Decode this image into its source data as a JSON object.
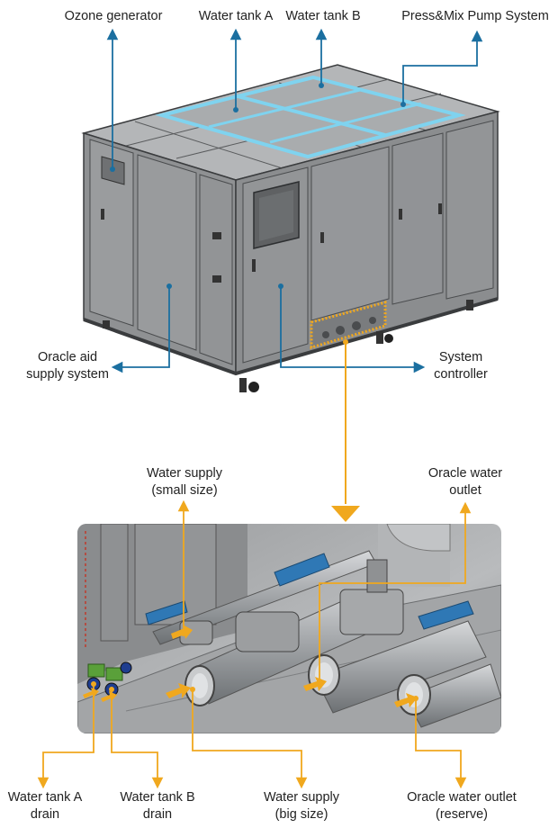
{
  "top_labels": {
    "ozone": "Ozone generator",
    "tank_a": "Water tank A",
    "tank_b": "Water tank B",
    "pump": "Press&Mix Pump System"
  },
  "side_labels": {
    "oracle_aid": [
      "Oracle aid",
      "supply system"
    ],
    "system_controller": [
      "System",
      "controller"
    ]
  },
  "detail_labels": {
    "water_supply_small": [
      "Water supply",
      "(small size)"
    ],
    "oracle_water_outlet": [
      "Oracle water",
      "outlet"
    ]
  },
  "bottom_labels": {
    "tank_a_drain": [
      "Water tank A",
      "drain"
    ],
    "tank_b_drain": [
      "Water tank B",
      "drain"
    ],
    "water_supply_big": [
      "Water supply",
      "(big size)"
    ],
    "oracle_outlet_reserve": [
      "Oracle water outlet",
      "(reserve)"
    ]
  },
  "colors": {
    "callout_blue": "#1b6fa0",
    "callout_gold": "#f0a81e",
    "panel_grey": "#9ea0a2",
    "highlight_cyan": "#7fd3ef"
  }
}
